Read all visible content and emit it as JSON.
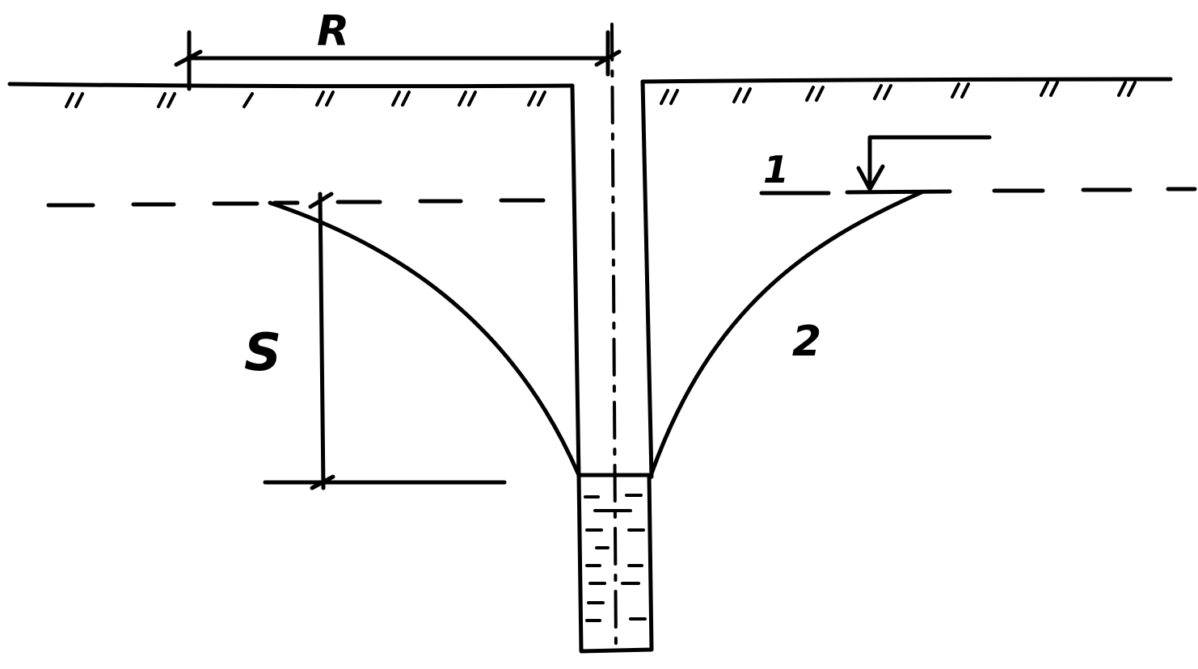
{
  "labels": {
    "radius": "R",
    "drawdown": "S",
    "static_level_marker": "1",
    "depression_curve_marker": "2"
  },
  "colors": {
    "ink": "#000000",
    "paper": "#ffffff"
  }
}
